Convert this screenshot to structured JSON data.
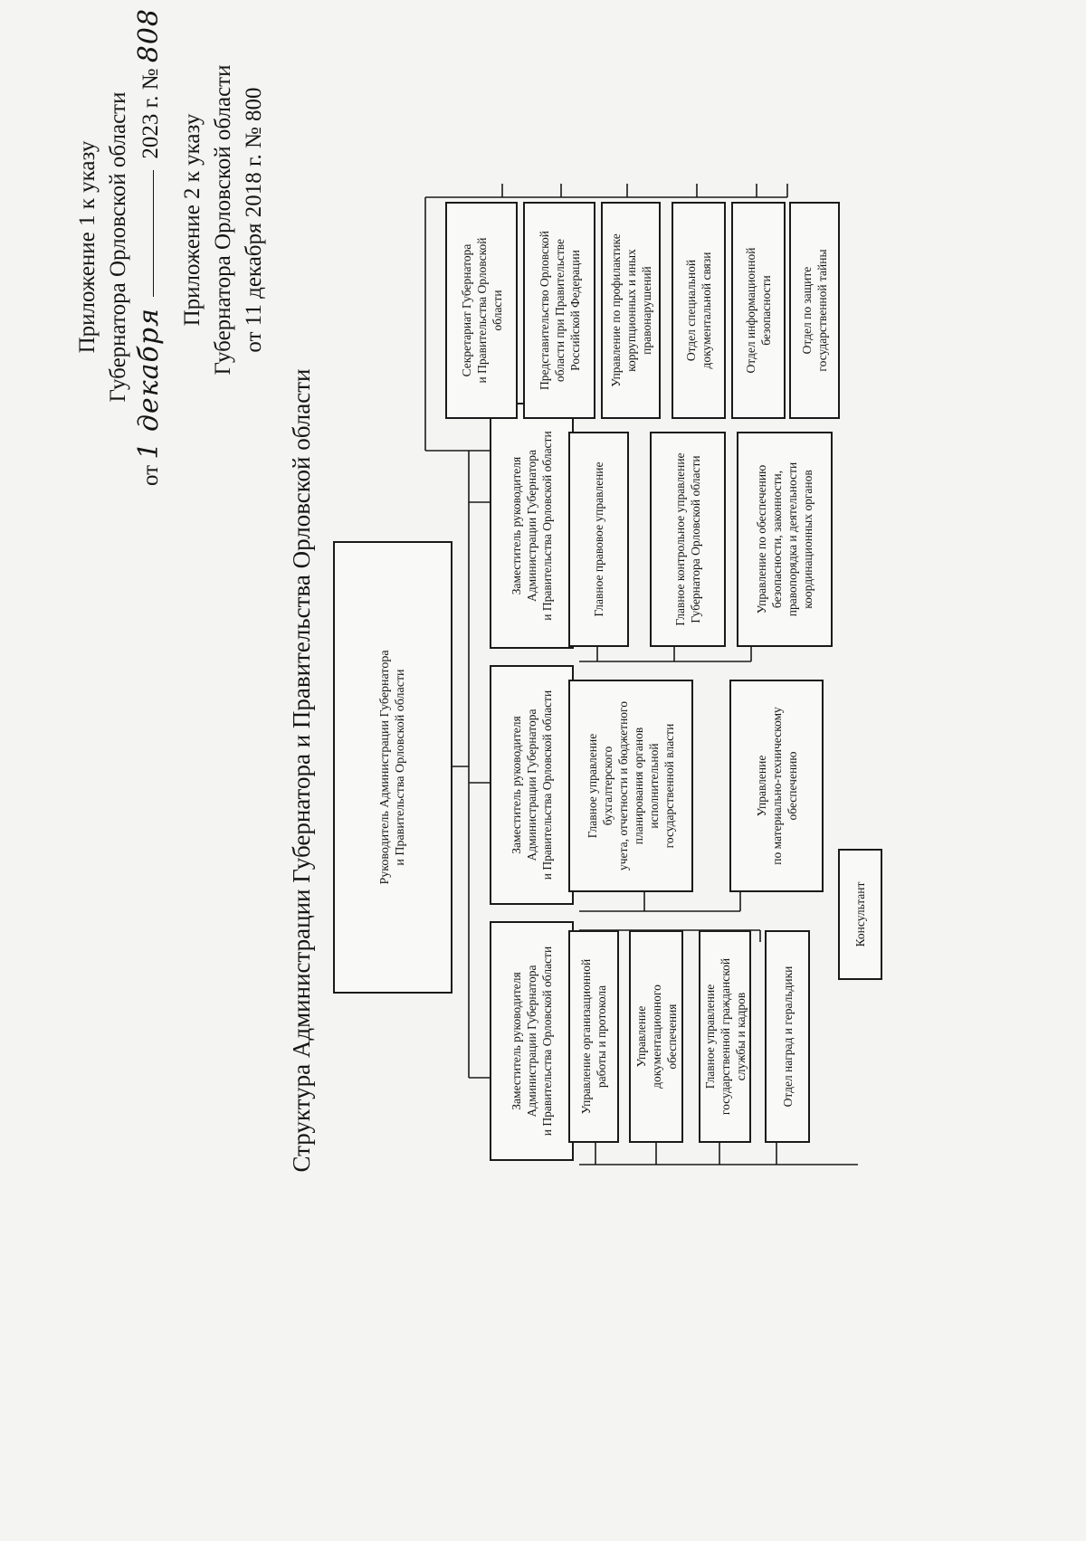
{
  "header1": {
    "line1": "Приложение 1 к указу",
    "line2": "Губернатора Орловской области",
    "ot": "от",
    "date_handwritten": "1 декабря",
    "year_text": "2023 г. №",
    "number_handwritten": "808"
  },
  "header2": {
    "line1": "Приложение 2 к указу",
    "line2": "Губернатора Орловской области",
    "line3": "от 11 декабря 2018 г. № 800"
  },
  "title": "Структура Администрации Губернатора и Правительства Орловской области",
  "root": "Руководитель Администрации Губернатора\nи Правительства Орловской области",
  "consultant": "Консультант",
  "deputies": [
    "Заместитель руководителя\nАдминистрации Губернатора\nи Правительства Орловской области",
    "Заместитель руководителя\nАдминистрации Губернатора\nи Правительства Орловской области",
    "Заместитель руководителя\nАдминистрации Губернатора\nи Правительства Орловской области"
  ],
  "deputy1_units": [
    "Управление организационной\nработы и протокола",
    "Управление\nдокументационного\nобеспечения",
    "Главное управление\nгосударственной гражданской\nслужбы и кадров",
    "Отдел наград и геральдики"
  ],
  "deputy2_units": [
    "Главное управление\nбухгалтерского\nучета, отчетности и бюджетного\nпланирования органов\nисполнительной\nгосударственной власти",
    "Управление\nпо материально-техническому\nобеспечению"
  ],
  "deputy3_units": [
    "Главное правовое управление",
    "Главное контрольное управление\nГубернатора Орловской области",
    "Управление по обеспечению\nбезопасности, законности,\nправопорядка и деятельности\nкоординационных органов"
  ],
  "direct_units": [
    "Секретариат Губернатора\nи Правительства Орловской\nобласти",
    "Представительство Орловской\nобласти при Правительстве\nРоссийской Федерации",
    "Управление по профилактике\nкоррупционных и иных\nправонарушений",
    "Отдел специальной\nдокументальной связи",
    "Отдел информационной\nбезопасности",
    "Отдел по защите\nгосударственной тайны"
  ]
}
